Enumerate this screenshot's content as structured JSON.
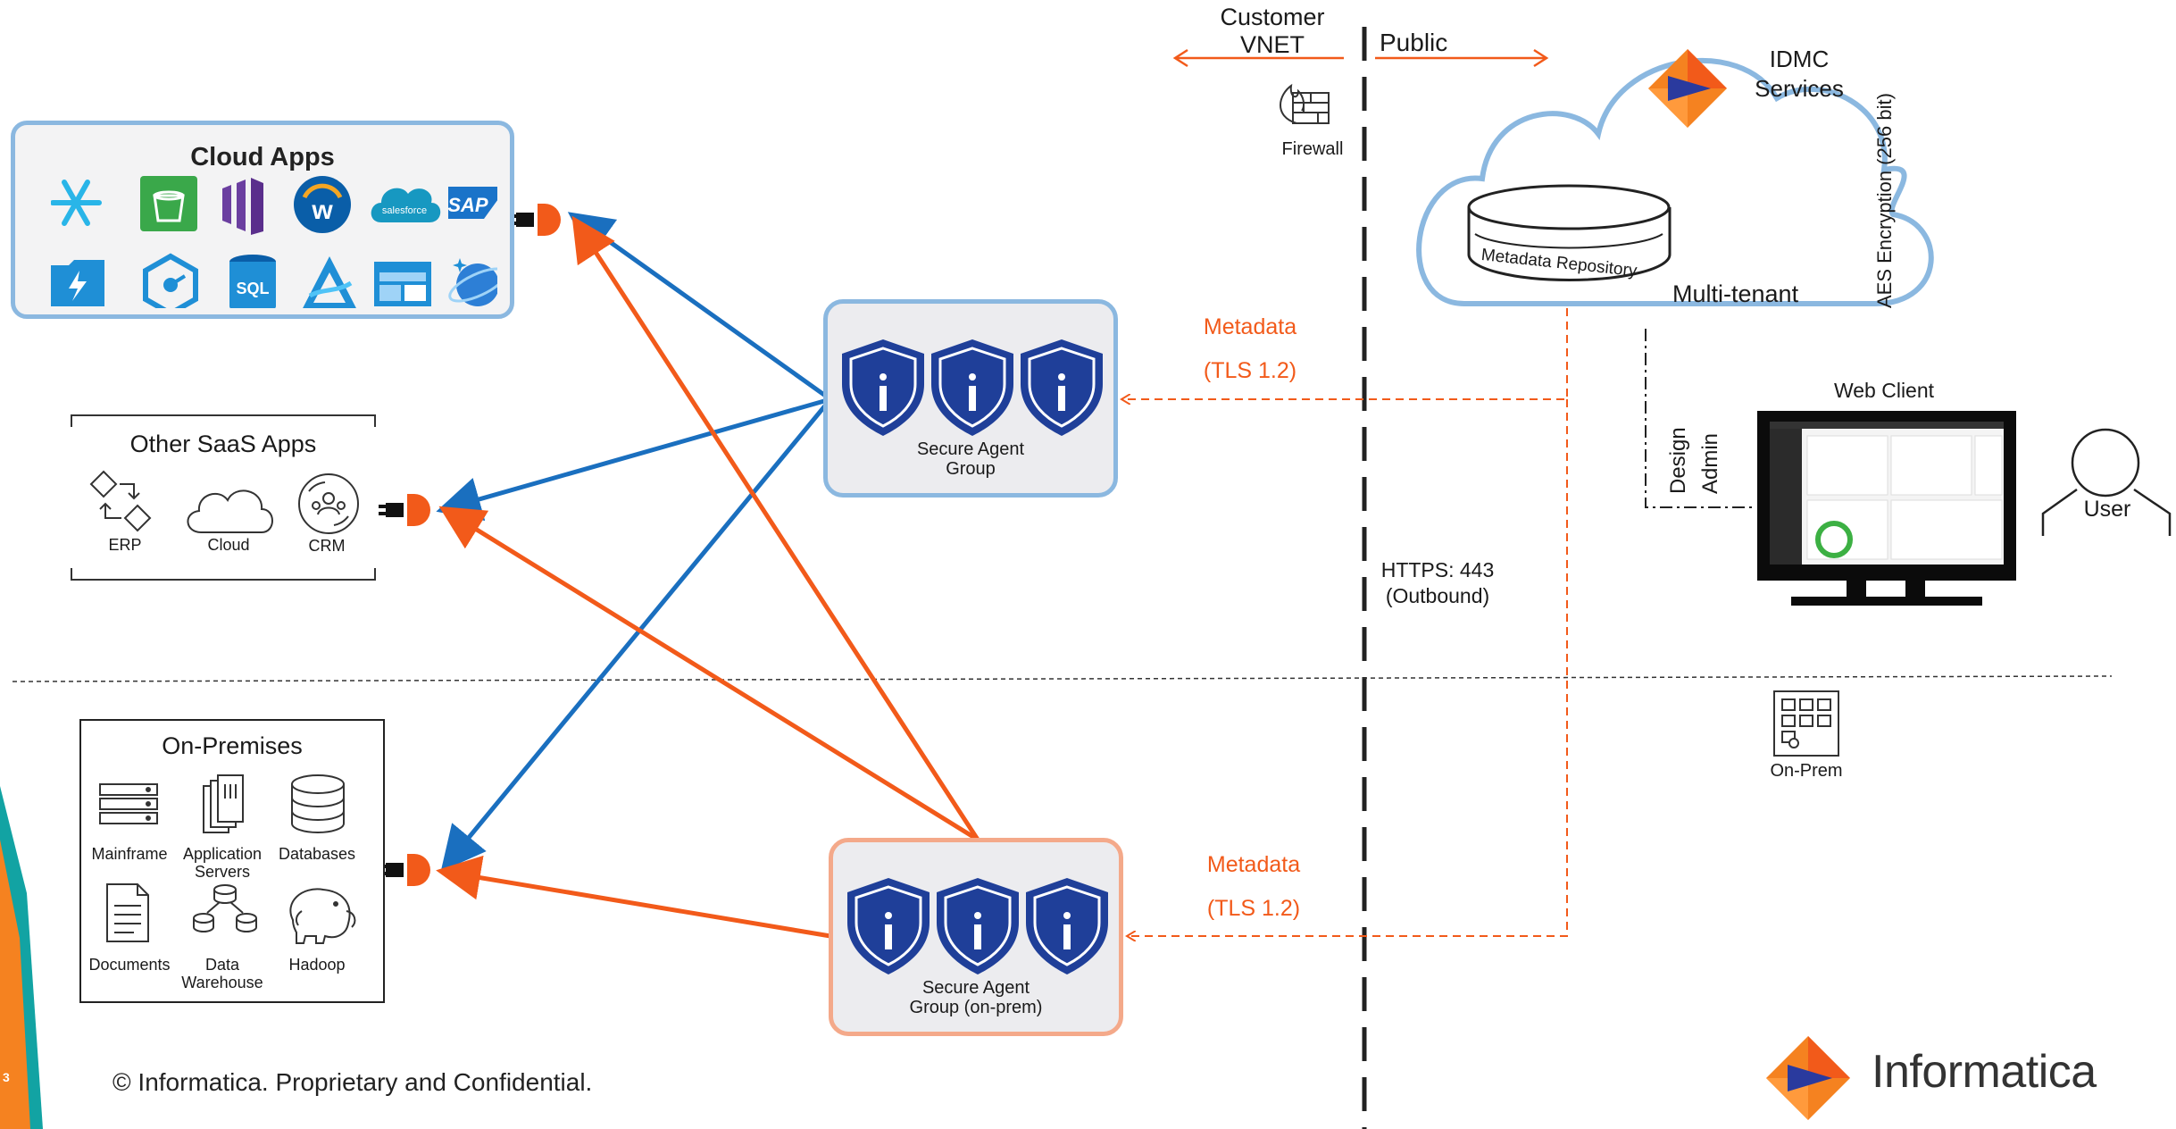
{
  "zones": {
    "customer_vnet": "Customer\nVNET",
    "public": "Public",
    "firewall": "Firewall"
  },
  "cloud_apps": {
    "title": "Cloud Apps",
    "icons": [
      "snowflake-icon",
      "bucket-icon",
      "brand-bars-icon",
      "workday-icon",
      "salesforce-icon",
      "sap-icon",
      "folder-bolt-icon",
      "hexagon-icon",
      "sql-icon",
      "azure-synapse-icon",
      "window-icon",
      "cosmos-icon"
    ],
    "salesforce": "salesforce",
    "sap": "SAP",
    "sql": "SQL",
    "workday": "w"
  },
  "saas": {
    "title": "Other SaaS Apps",
    "items": [
      "ERP",
      "Cloud",
      "CRM"
    ]
  },
  "onprem_sources": {
    "title": "On-Premises",
    "items": [
      "Mainframe",
      "Application\nServers",
      "Databases",
      "Documents",
      "Data\nWarehouse",
      "Hadoop"
    ]
  },
  "agents": {
    "cloud_group": "Secure Agent\nGroup",
    "onprem_group": "Secure Agent\nGroup (on-prem)"
  },
  "links": {
    "metadata_top": "Metadata",
    "tls_top": "(TLS 1.2)",
    "metadata_bottom": "Metadata",
    "tls_bottom": "(TLS 1.2)",
    "https": "HTTPS: 443\n(Outbound)"
  },
  "idmc": {
    "services": "IDMC\nServices",
    "repository": "Metadata Repository",
    "tenant": "Multi-tenant",
    "encryption": "AES Encryption (256 bit)"
  },
  "web_client": {
    "title": "Web Client",
    "design": "Design",
    "admin": "Admin",
    "user": "User"
  },
  "onprem_marker": "On-Prem",
  "footer": {
    "copyright": "© Informatica. Proprietary and Confidential.",
    "brand": "Informatica",
    "slide_number": "3"
  },
  "colors": {
    "blue_line": "#1a6fbf",
    "orange_line": "#f25a1a",
    "cloud_border": "#8bb8e0",
    "orange_border": "#f4a98a",
    "shield": "#1f3f99"
  }
}
